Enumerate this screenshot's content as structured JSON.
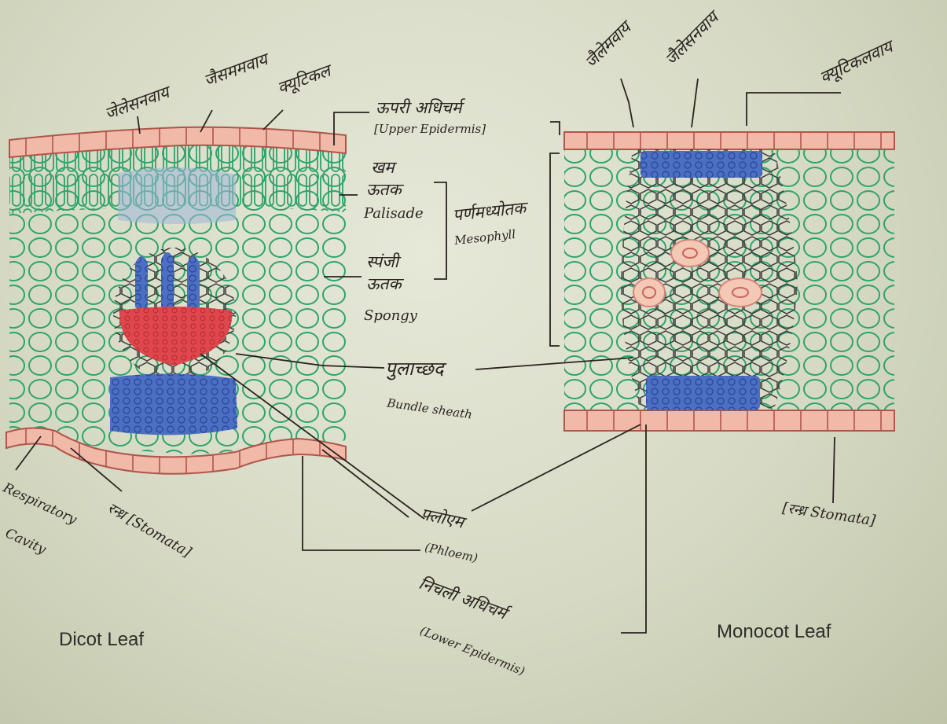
{
  "titles": {
    "dicot": "Dicot Leaf",
    "monocot": "Monocot Leaf"
  },
  "labels": {
    "dicot_top_1": "जेलेसनवाय",
    "dicot_top_2": "जैसममवाय",
    "dicot_top_3": "क्यूटिकल",
    "upper_epidermis_hi": "ऊपरी अधिचर्म",
    "upper_epidermis_en": "[Upper Epidermis]",
    "palisade_hi_1": "खम",
    "palisade_hi_2": "ऊतक",
    "palisade_en": "Palisade",
    "spongy_hi_1": "स्पंजी",
    "spongy_hi_2": "ऊतक",
    "spongy_en": "Spongy",
    "mesophyll_hi": "पर्णमध्योतक",
    "mesophyll_en": "Mesophyll",
    "bundle_sheath_hi": "पुलाच्छद",
    "bundle_sheath_en": "Bundle sheath",
    "phloem_hi": "फ्लोएम",
    "phloem_en": "(Phloem)",
    "lower_epidermis_hi": "निचली अधिचर्म",
    "lower_epidermis_en": "(Lower Epidermis)",
    "respiratory_1": "Respiratory",
    "respiratory_2": "Cavity",
    "stomata_dicot": "रन्ध्र [Stomata]",
    "mono_top_1": "जैलेमवाय",
    "mono_top_2": "जैलेसनवाय",
    "mono_top_3": "क्यूटिकलवाय",
    "stomata_mono": "[रन्ध्र Stomata]"
  },
  "colors": {
    "epidermis": "#f1b9a8",
    "mesophyll_green": "#2fa36b",
    "xylem_blue": "#3b5fb8",
    "phloem_red": "#e0474d",
    "bundle_sheath_ink": "#3a3a3a",
    "ink": "#2a2320"
  }
}
